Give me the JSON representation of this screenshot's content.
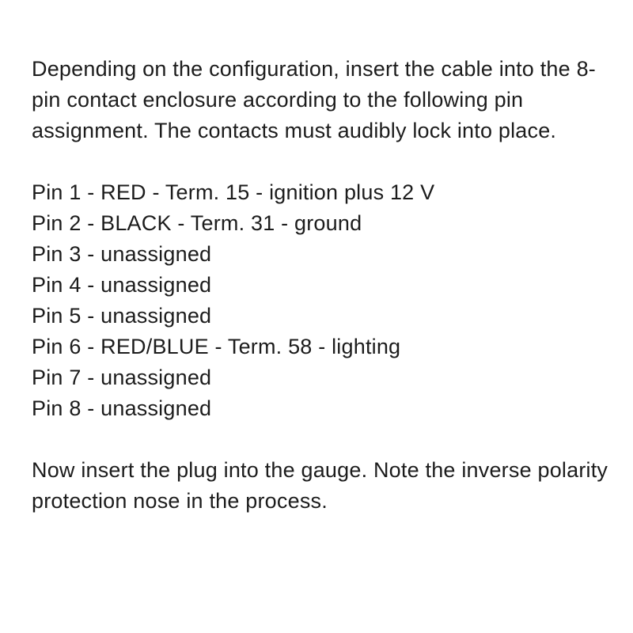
{
  "page": {
    "background_color": "#ffffff",
    "text_color": "#1c1c1c"
  },
  "document": {
    "intro_paragraph": "Depending on the configuration, insert the cable into the 8-pin contact enclosure according to the following pin assignment. The contacts must audibly lock into place.",
    "pin_assignments": [
      "Pin 1 - RED - Term. 15 - ignition plus 12 V",
      "Pin 2 - BLACK - Term. 31 - ground",
      "Pin 3 - unassigned",
      "Pin 4 - unassigned",
      "Pin 5 - unassigned",
      "Pin 6 - RED/BLUE - Term. 58 - lighting",
      "Pin 7 - unassigned",
      "Pin 8 - unassigned"
    ],
    "closing_paragraph": "Now insert the plug into the gauge. Note the inverse polarity protection nose in the process."
  }
}
